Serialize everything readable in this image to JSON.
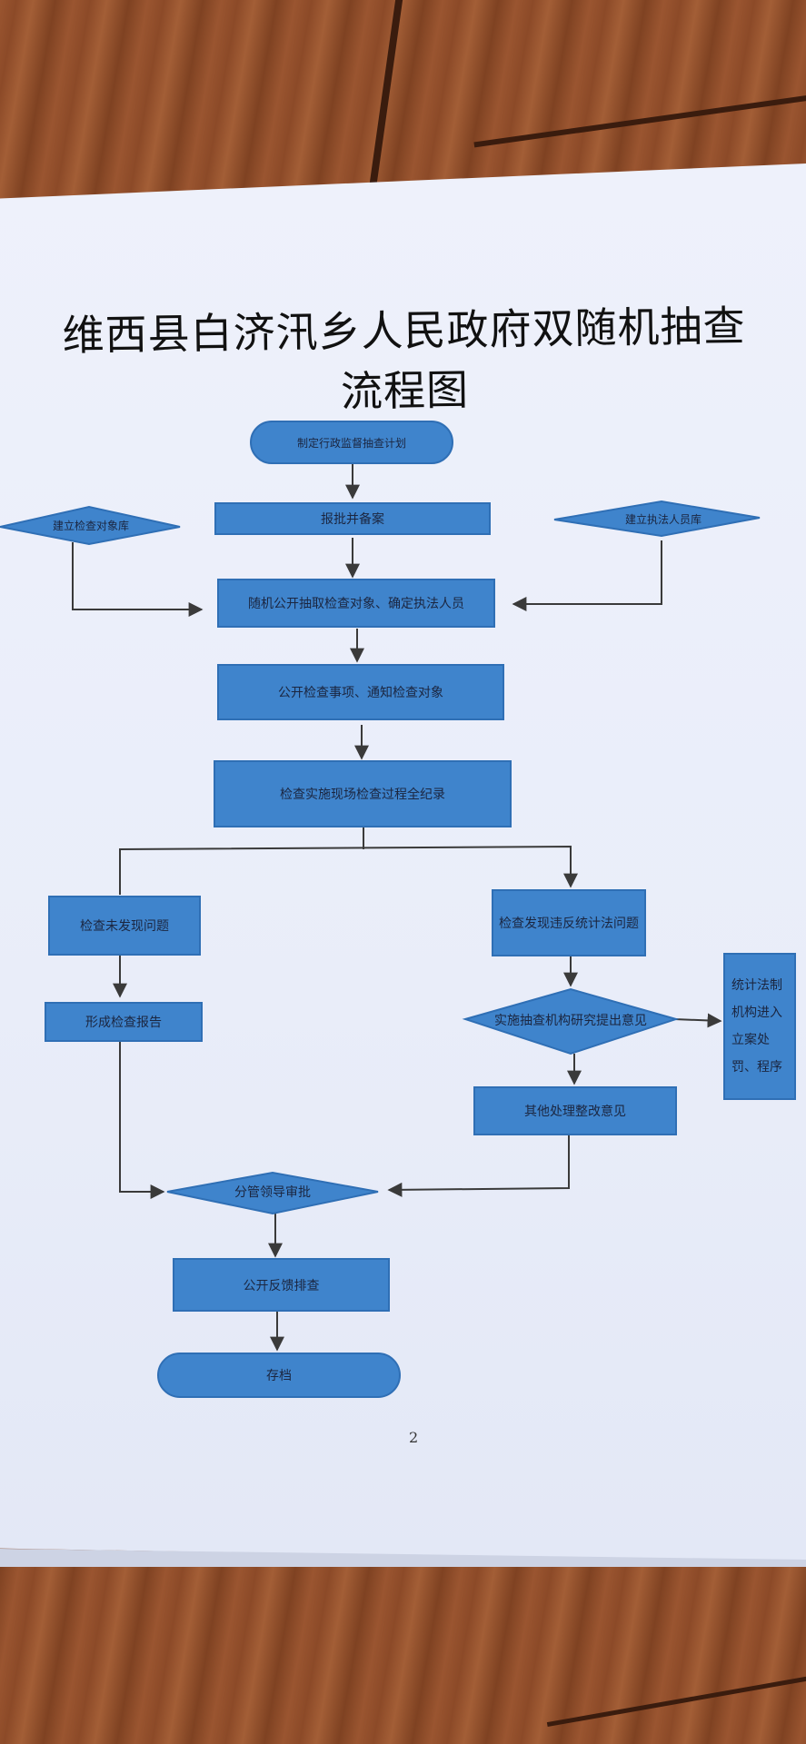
{
  "title": "维西县白济汛乡人民政府双随机抽查流程图",
  "page_number": "2",
  "nodes": {
    "start": "制定行政监督抽查计划",
    "report": "报批并备案",
    "obj_db": "建立检查对象库",
    "staff_db": "建立执法人员库",
    "random": "随机公开抽取检查对象、确定执法人员",
    "publish": "公开检查事项、通知检查对象",
    "inspect": "检查实施现场检查过程全纪录",
    "no_issue": "检查未发现问题",
    "issue": "检查发现违反统计法问题",
    "report_form": "形成检查报告",
    "opinion": "实施抽查机构研究提出意见",
    "legal": "统计法制机构进入立案处罚、程序",
    "other": "其他处理整改意见",
    "approve": "分管领导审批",
    "feedback": "公开反馈排查",
    "archive": "存档"
  },
  "colors": {
    "node": "#3f84cc",
    "node_border": "#2f6fb5",
    "line": "#3a3a3a"
  }
}
